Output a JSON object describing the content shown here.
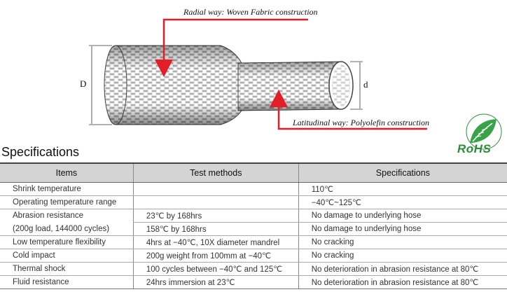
{
  "diagram": {
    "radial_label": "Radial way: Woven Fabric construction",
    "latitudinal_label": "Latitudinal way: Polyolefin construction",
    "big_dim": "D",
    "small_dim": "d"
  },
  "logo": {
    "text": "RoHS"
  },
  "specs": {
    "heading": "Specifications",
    "headers": [
      "Items",
      "Test methods",
      "Specifications"
    ],
    "rows": [
      {
        "item": "Shrink temperature",
        "method": "",
        "spec": "110℃"
      },
      {
        "item": "Operating temperature range",
        "method": "",
        "spec": "−40℃~125℃"
      },
      {
        "item": "Abrasion resistance",
        "method": "23℃ by 168hrs",
        "spec": "No damage to underlying hose"
      },
      {
        "item": "(200g load, 144000 cycles)",
        "method": "158℃ by 168hrs",
        "spec": "No damage to underlying hose"
      },
      {
        "item": "Low temperature flexibility",
        "method": "4hrs at −40℃, 10X diameter mandrel",
        "spec": "No cracking"
      },
      {
        "item": "Cold impact",
        "method": "200g weight from 100mm at −40℃",
        "spec": "No cracking"
      },
      {
        "item": "Thermal shock",
        "method": "100 cycles between −40℃ and 125℃",
        "spec": "No deterioration in abrasion resistance at 80℃"
      },
      {
        "item": "Fluid resistance",
        "method": "24hrs immersion at 23℃",
        "spec": "No deterioration in abrasion resistance at 80℃"
      }
    ]
  }
}
